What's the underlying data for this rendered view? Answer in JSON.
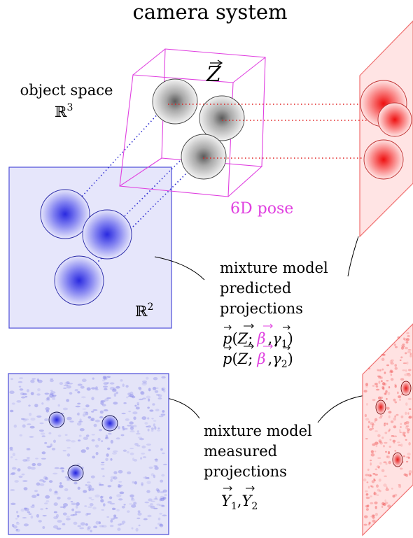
{
  "title": "camera system",
  "object_space": {
    "label": "object space",
    "symbol": "ℝ",
    "exponent": "3"
  },
  "cube": {
    "vector_label": "Z",
    "pose_label": "6D pose"
  },
  "predicted": {
    "space_symbol": "ℝ",
    "space_exponent": "2",
    "caption": [
      "mixture model",
      "predicted",
      "projections"
    ],
    "formula_1": {
      "p": "p",
      "open": "(",
      "z": "Z",
      "semi": ";",
      "beta": "β",
      "comma": ",",
      "gamma": "γ",
      "sub": "1",
      "close": ")"
    },
    "formula_2": {
      "p": "p",
      "open": "(",
      "z": "Z",
      "semi": ";",
      "beta": "β",
      "comma": ",",
      "gamma": "γ",
      "sub": "2",
      "close": ")"
    }
  },
  "measured": {
    "caption": [
      "mixture model",
      "measured",
      "projections"
    ],
    "formula": {
      "y1": "Y",
      "sub1": "1",
      "comma": ",",
      "y2": "Y",
      "sub2": "2"
    }
  },
  "colors": {
    "blue": "#4c4cd8",
    "blue_fill": "#e6e6fb",
    "red": "#f07070",
    "red_fill": "#ffe4e4",
    "magenta": "#e040e0",
    "gray": "#555555"
  }
}
